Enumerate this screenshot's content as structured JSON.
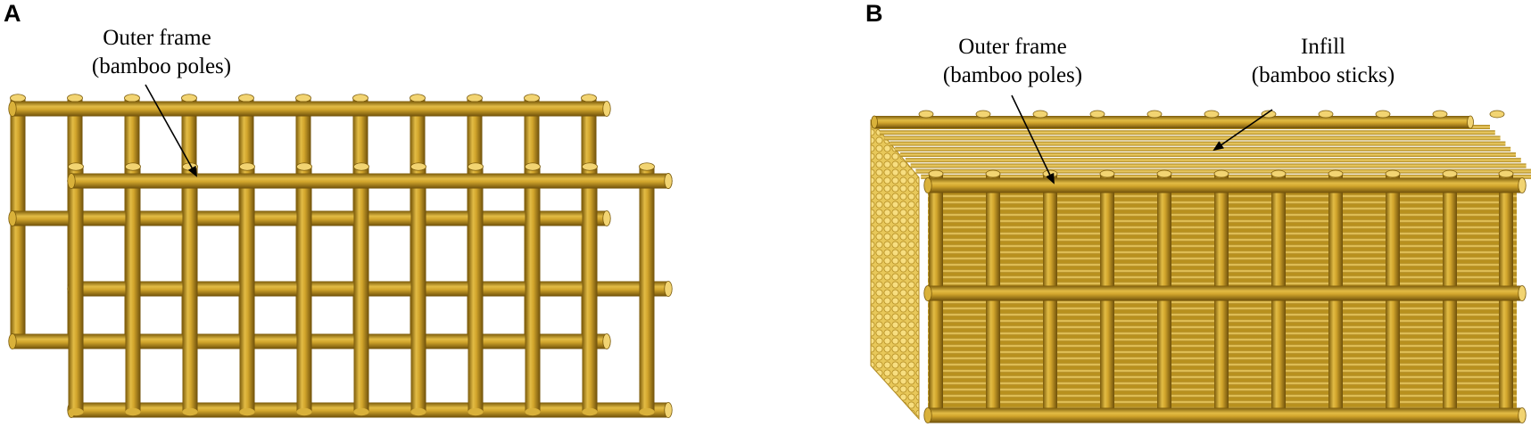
{
  "panel_a": {
    "label": "A",
    "annotation": {
      "line1": "Outer frame",
      "line2": "(bamboo poles)"
    }
  },
  "panel_b": {
    "label": "B",
    "annotations": [
      {
        "line1": "Outer frame",
        "line2": "(bamboo poles)"
      },
      {
        "line1": "Infill",
        "line2": "(bamboo sticks)"
      }
    ]
  },
  "colors": {
    "pole_base": "#C9A227",
    "pole_dark": "#7A5A0A",
    "pole_light": "#F2D472",
    "pole_mid": "#D9B13A",
    "arrow": "#000000"
  }
}
